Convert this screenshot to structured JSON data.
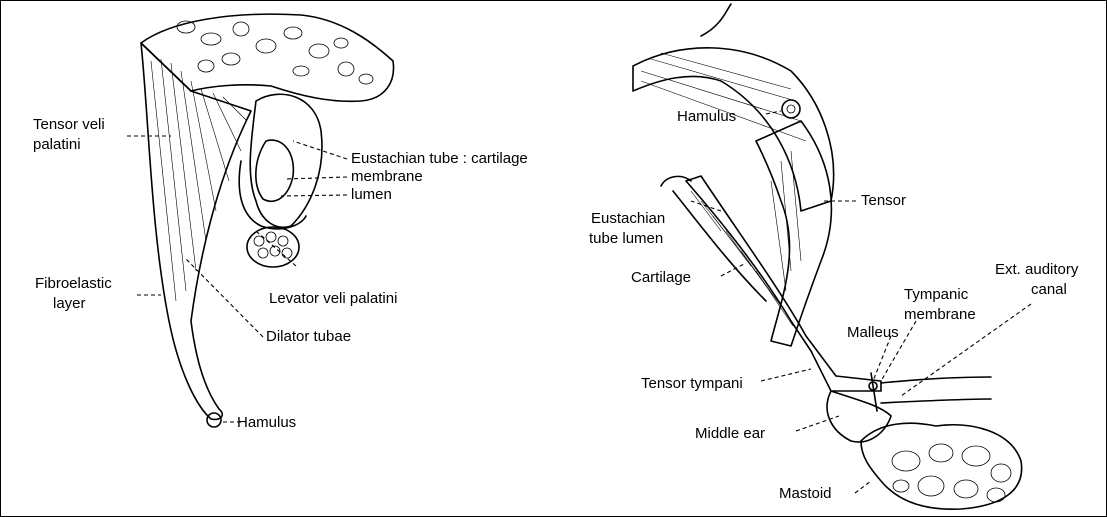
{
  "left_figure": {
    "labels": {
      "tensor_line1": "Tensor veli",
      "tensor_line2": "palatini",
      "eustachian_cartilage": "Eustachian tube : cartilage",
      "membrane": "membrane",
      "lumen": "lumen",
      "fibro_line1": "Fibroelastic",
      "fibro_line2": "layer",
      "levator": "Levator veli palatini",
      "dilator": "Dilator tubae",
      "hamulus": "Hamulus"
    }
  },
  "right_figure": {
    "labels": {
      "hamulus": "Hamulus",
      "eustachian_line1": "Eustachian",
      "eustachian_line2": "tube lumen",
      "tensor": "Tensor",
      "cartilage": "Cartilage",
      "ext_line1": "Ext. auditory",
      "ext_line2": "canal",
      "tympanic_line1": "Tympanic",
      "tympanic_line2": "membrane",
      "malleus": "Malleus",
      "tensor_tympani": "Tensor tympani",
      "middle_ear": "Middle ear",
      "mastoid": "Mastoid"
    }
  }
}
